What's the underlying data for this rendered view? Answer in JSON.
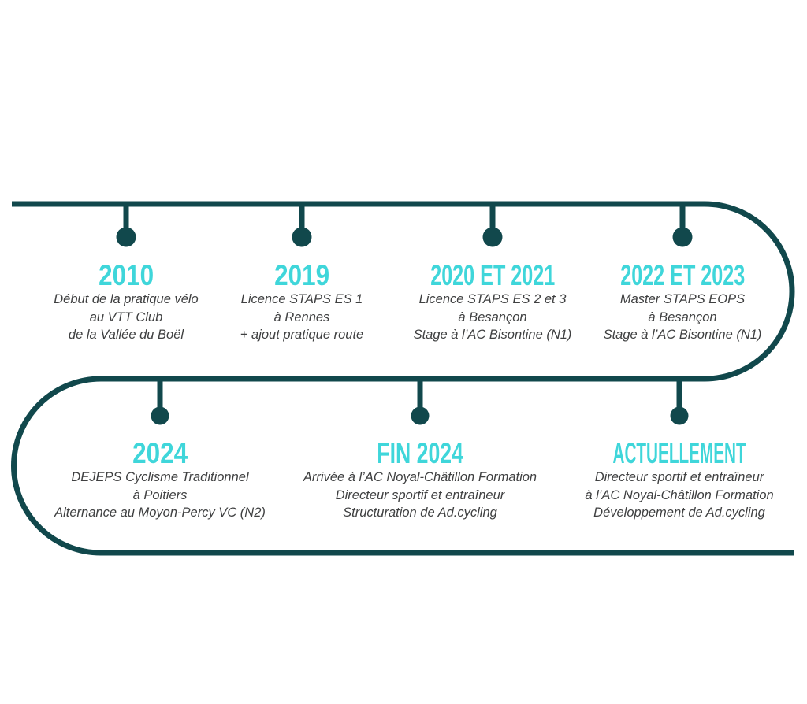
{
  "colors": {
    "line": "#11484C",
    "year_accent": "#3FD6DA",
    "description_text": "#3F4041",
    "background": "#FFFFFF"
  },
  "timeline": {
    "items": [
      {
        "title": "2010",
        "lines": [
          "Début de la pratique vélo",
          "au VTT Club",
          "de la Vallée du Boël"
        ]
      },
      {
        "title": "2019",
        "lines": [
          "Licence STAPS ES 1",
          "à Rennes",
          "+ ajout pratique route"
        ]
      },
      {
        "title": "2020 ET 2021",
        "lines": [
          "Licence STAPS ES 2 et 3",
          "à Besançon",
          "Stage à l’AC Bisontine (N1)"
        ]
      },
      {
        "title": "2022 ET 2023",
        "lines": [
          "Master STAPS EOPS",
          "à Besançon",
          "Stage à l’AC Bisontine (N1)"
        ]
      },
      {
        "title": "2024",
        "lines": [
          "DEJEPS Cyclisme Traditionnel",
          "à Poitiers",
          "Alternance au Moyon-Percy VC (N2)"
        ]
      },
      {
        "title": "FIN 2024",
        "lines": [
          "Arrivée à l’AC Noyal-Châtillon Formation",
          "Directeur sportif et entraîneur",
          "Structuration de Ad.cycling"
        ]
      },
      {
        "title": "ACTUELLEMENT",
        "lines": [
          "Directeur sportif et entraîneur",
          "à l’AC Noyal-Châtillon Formation",
          "Développement de Ad.cycling"
        ]
      }
    ]
  }
}
